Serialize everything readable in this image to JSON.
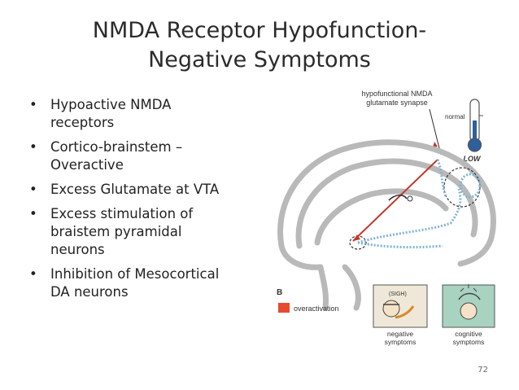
{
  "slide": {
    "title_line1": "NMDA Receptor Hypofunction-",
    "title_line2": "Negative Symptoms",
    "bullets": [
      {
        "lines": [
          "Hypoactive NMDA",
          "receptors"
        ]
      },
      {
        "lines": [
          "Cortico-brainstem –",
          "Overactive"
        ]
      },
      {
        "lines": [
          "Excess Glutamate at VTA"
        ]
      },
      {
        "lines": [
          "Excess stimulation of",
          "braistem pyramidal",
          "neurons"
        ]
      },
      {
        "lines": [
          "Inhibition of Mesocortical",
          "DA neurons"
        ]
      }
    ],
    "page_number": "72"
  },
  "figure": {
    "synapse_label_line1": "hypofunctional NMDA",
    "synapse_label_line2": "glutamate synapse",
    "thermometer_normal": "normal",
    "thermometer_low": "LOW",
    "panel_letter": "B",
    "legend_label": "overactivation",
    "sigh_text": "(SIGH)",
    "negative_line1": "negative",
    "negative_line2": "symptoms",
    "cognitive_line1": "cognitive",
    "cognitive_line2": "symptoms",
    "colors": {
      "overactivation": "#e84a2f",
      "pathway_red": "#c0392b",
      "pathway_blue": "#7fb3d5",
      "brain_outline": "#b9b9b9",
      "thermometer_fill": "#2e5f9e",
      "cognitive_bg": "#a7d3c0"
    }
  }
}
